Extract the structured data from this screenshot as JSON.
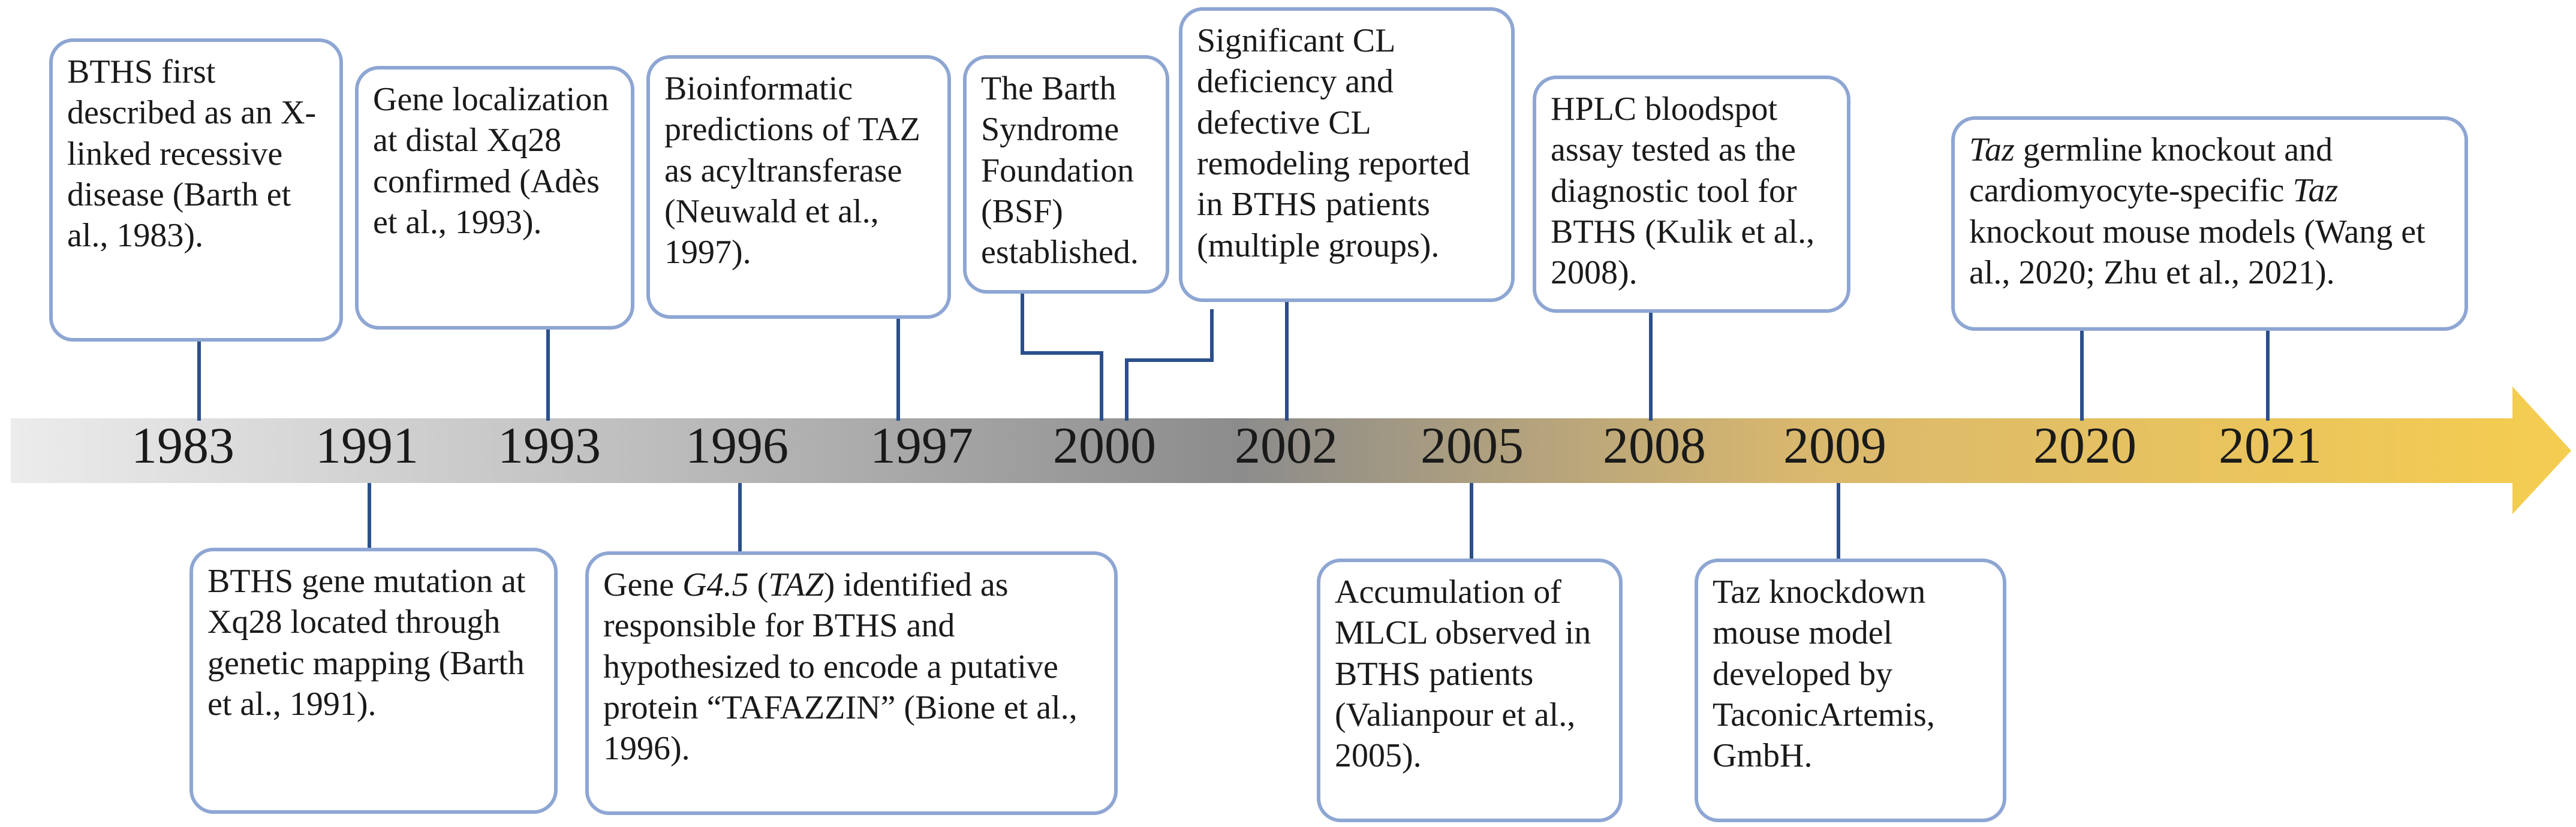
{
  "colors": {
    "box_border": "#8ea6d3",
    "connector": "#2b4f8c",
    "arrow_gradient": [
      "#ececec",
      "#bdbdbd",
      "#8c8c8c",
      "#d9b86e",
      "#f5cd50"
    ]
  },
  "years": [
    "1983",
    "1991",
    "1993",
    "1996",
    "1997",
    "2000",
    "2002",
    "2005",
    "2008",
    "2009",
    "2020",
    "2021"
  ],
  "events": {
    "e1983": "BTHS first described as an X-linked recessive disease (Barth et al., 1983).",
    "e1991": "BTHS gene mutation at Xq28 located through genetic mapping (Barth et al., 1991).",
    "e1993": "Gene localization at distal Xq28 confirmed (Adès et al., 1993).",
    "e1996_a": "Gene ",
    "e1996_b": "G4.5",
    "e1996_c": " (",
    "e1996_d": "TAZ",
    "e1996_e": ") identified as responsible for BTHS and hypothesized to encode a putative protein “TAFAZZIN” (Bione et al., 1996).",
    "e1997": "Bioinformatic predictions of TAZ as acyltransferase (Neuwald et al., 1997).",
    "e2000": "The Barth Syndrome Foundation (BSF) established.",
    "e2002": "Significant CL deficiency and defective CL remodeling reported in BTHS patients (multiple groups).",
    "e2005": "Accumulation of MLCL observed in BTHS patients (Valianpour et al., 2005).",
    "e2008": "HPLC bloodspot assay tested as the diagnostic tool for BTHS (Kulik et al., 2008).",
    "e2009": "Taz knockdown mouse model developed by TaconicArtemis, GmbH.",
    "e2020_a": "Taz",
    "e2020_b": " germline knockout and cardiomyocyte-specific ",
    "e2020_c": "Taz",
    "e2020_d": " knockout mouse models (Wang et al., 2020; Zhu et al., 2021)."
  }
}
